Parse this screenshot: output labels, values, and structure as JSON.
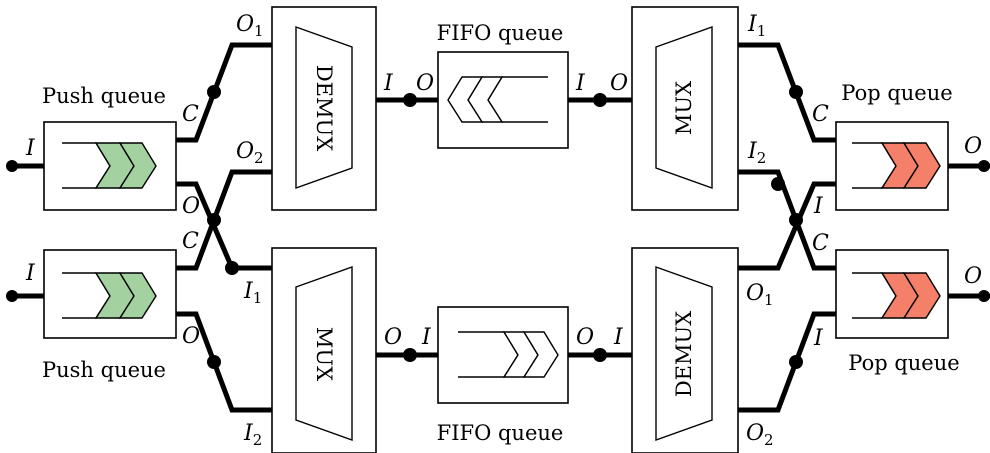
{
  "labels": {
    "push_queue": "Push queue",
    "pop_queue": "Pop queue",
    "fifo_queue": "FIFO queue",
    "demux": "DEMUX",
    "mux": "MUX"
  },
  "ports": {
    "I": "I",
    "O": "O",
    "C": "C",
    "O1_base": "O",
    "O1_sub": "1",
    "O2_base": "O",
    "O2_sub": "2",
    "I1_base": "I",
    "I1_sub": "1",
    "I2_base": "I",
    "I2_sub": "2"
  },
  "colors": {
    "push_chevron": "#a3d2a0",
    "pop_chevron": "#f4806a",
    "fifo_chevron": "#ffffff",
    "line": "#000000"
  }
}
